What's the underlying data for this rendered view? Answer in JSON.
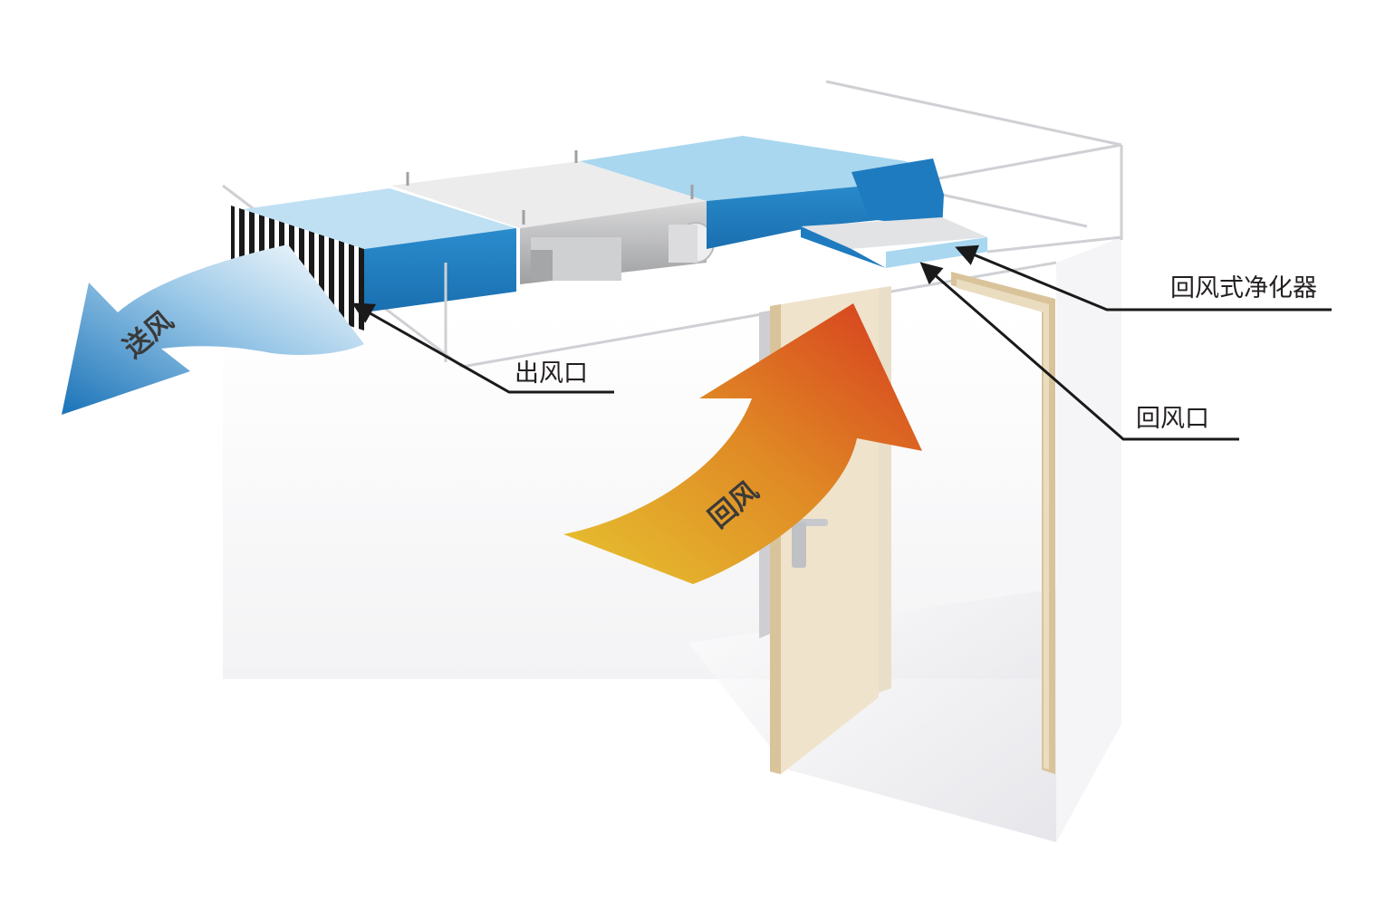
{
  "labels": {
    "purifier": "回风式净化器",
    "return_port": "回风口",
    "outlet": "出风口"
  },
  "flows": {
    "supply_air": "送风",
    "return_air": "回风"
  },
  "colors": {
    "duct_blue": "#1e7bbf",
    "duct_light": "#a9d7ef",
    "return_gradient_start": "#e6c430",
    "return_gradient_end": "#d63a1e",
    "supply_gradient_start": "#ffffff",
    "supply_gradient_end": "#1a73b8",
    "door": "#efe3cc",
    "door_frame": "#d9c39b"
  }
}
